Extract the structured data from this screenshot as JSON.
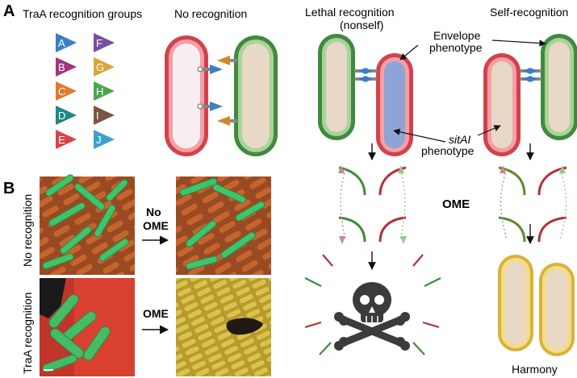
{
  "panel_a": {
    "letter": "A",
    "groups_title": "TraA recognition groups",
    "groups": [
      {
        "letter": "A",
        "color": "#3a7fc4"
      },
      {
        "letter": "B",
        "color": "#a2367e"
      },
      {
        "letter": "C",
        "color": "#e07a2e"
      },
      {
        "letter": "D",
        "color": "#1e8a80"
      },
      {
        "letter": "E",
        "color": "#d9434a"
      },
      {
        "letter": "F",
        "color": "#7b4fa0"
      },
      {
        "letter": "G",
        "color": "#dba63a"
      },
      {
        "letter": "H",
        "color": "#4aa64e"
      },
      {
        "letter": "I",
        "color": "#7a5640"
      },
      {
        "letter": "J",
        "color": "#3da1cf"
      }
    ],
    "no_recognition": "No recognition",
    "lethal_title_1": "Lethal recognition",
    "lethal_title_2": "(nonself)",
    "self_title": "Self-recognition",
    "envelope_1": "Envelope",
    "envelope_2": "phenotype",
    "sitai_1": "sitAI",
    "sitai_2": "phenotype",
    "ome": "OME",
    "harmony": "Harmony"
  },
  "panel_b": {
    "letter": "B",
    "row1_label": "No recognition",
    "row2_label": "TraA recognition",
    "arrow1_line1": "No",
    "arrow1_line2": "OME",
    "arrow2_label": "OME"
  },
  "colors": {
    "red_cell": "#d2424c",
    "green_cell": "#3f8a3f",
    "yellow_cell": "#d8b23a",
    "cytoplasm": "#e8d8c6",
    "sitai_blue": "#8ea3d6"
  }
}
